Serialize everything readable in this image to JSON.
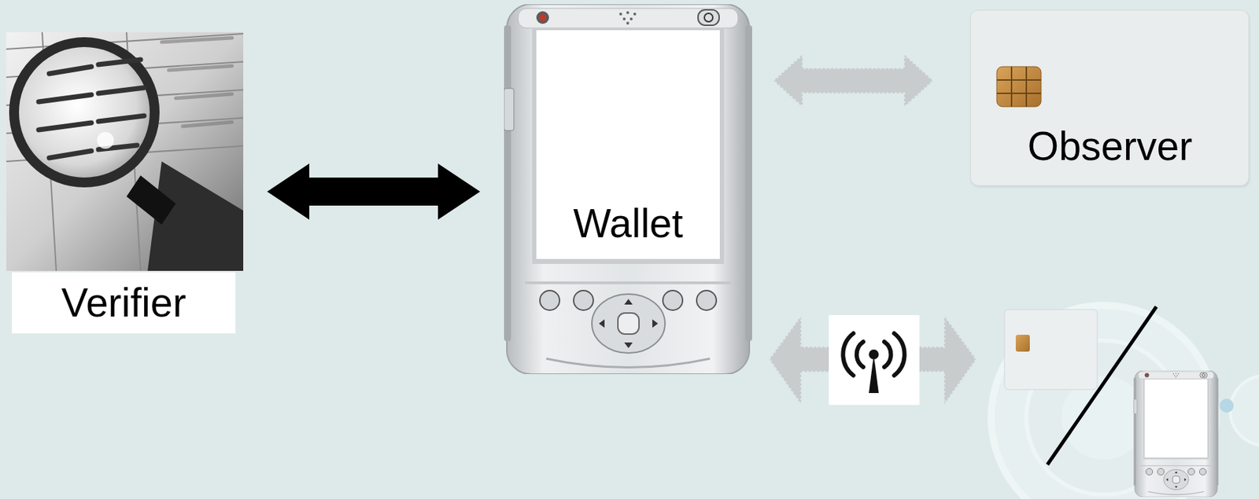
{
  "diagram": {
    "nodes": [
      {
        "text": [
          "Verifier"
        ]
      },
      {
        "text": [
          "Wallet"
        ]
      },
      {
        "text": [
          "Observer"
        ]
      }
    ],
    "edges": [
      {
        "from": 0,
        "to": 1,
        "arrow": "both"
      },
      {
        "from": 1,
        "to": 2,
        "arrow": "both"
      }
    ]
  }
}
